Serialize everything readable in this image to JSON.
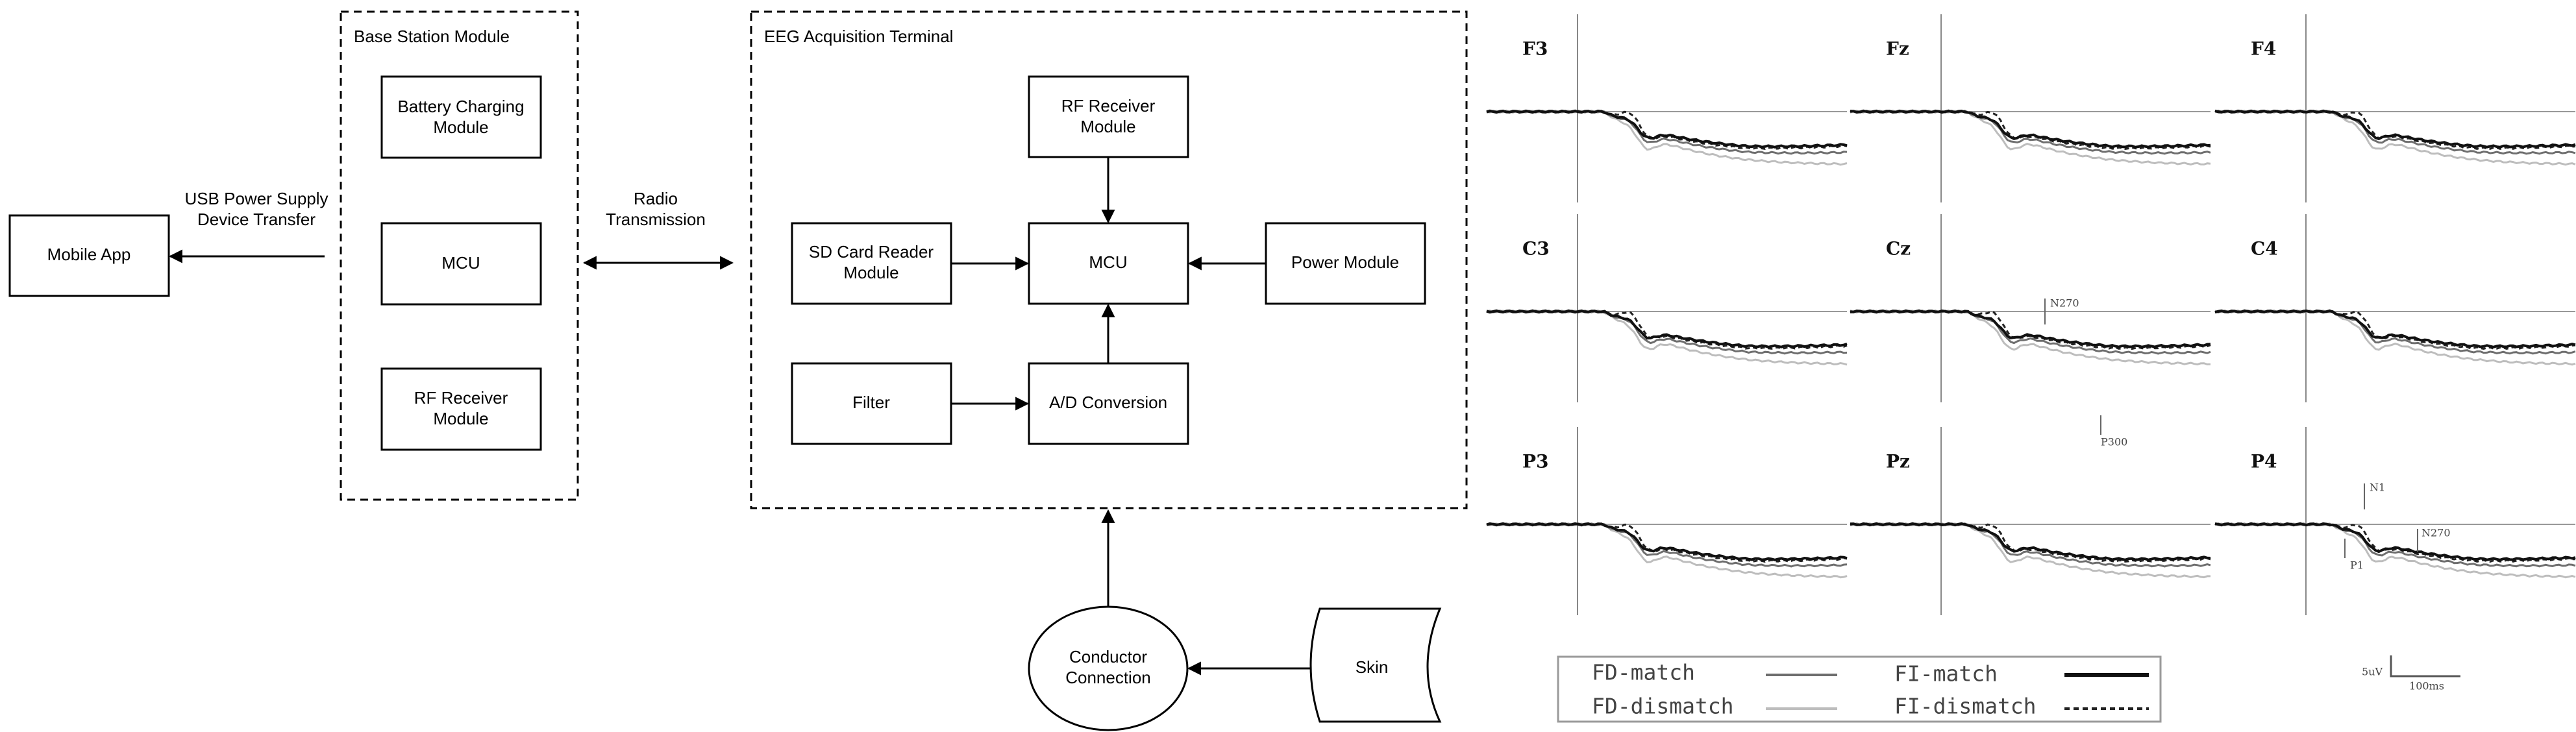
{
  "block_diagram": {
    "mobile_app": "Mobile App",
    "usb_label_line1": "USB Power Supply",
    "usb_label_line2": "Device Transfer",
    "radio_label_line1": "Radio",
    "radio_label_line2": "Transmission",
    "base_station": {
      "title": "Base Station Module",
      "battery_line1": "Battery Charging",
      "battery_line2": "Module",
      "mcu": "MCU",
      "rf_line1": "RF Receiver",
      "rf_line2": "Module"
    },
    "eeg_terminal": {
      "title": "EEG Acquisition Terminal",
      "rf_line1": "RF Receiver",
      "rf_line2": "Module",
      "sd_line1": "SD Card Reader",
      "sd_line2": "Module",
      "mcu": "MCU",
      "power": "Power Module",
      "filter": "Filter",
      "adc": "A/D Conversion"
    },
    "conductor_line1": "Conductor",
    "conductor_line2": "Connection",
    "skin": "Skin"
  },
  "erp_figure": {
    "panels": [
      "F3",
      "Fz",
      "F4",
      "C3",
      "Cz",
      "C4",
      "P3",
      "Pz",
      "P4"
    ],
    "annotations": {
      "cz_n270": "N270",
      "cz_p300": "P300",
      "p4_n1": "N1",
      "p4_p1": "P1",
      "p4_n270": "N270"
    },
    "legend": {
      "fd_match": "FD-match",
      "fd_dismatch": "FD-dismatch",
      "fi_match": "FI-match",
      "fi_dismatch": "FI-dismatch"
    },
    "scale": {
      "amplitude": "5uV",
      "time": "100ms"
    },
    "colors": {
      "fd_match": "#6e6e6e",
      "fd_dismatch": "#bdbdbd",
      "fi_match": "#111111",
      "fi_dismatch": "#222222"
    }
  }
}
